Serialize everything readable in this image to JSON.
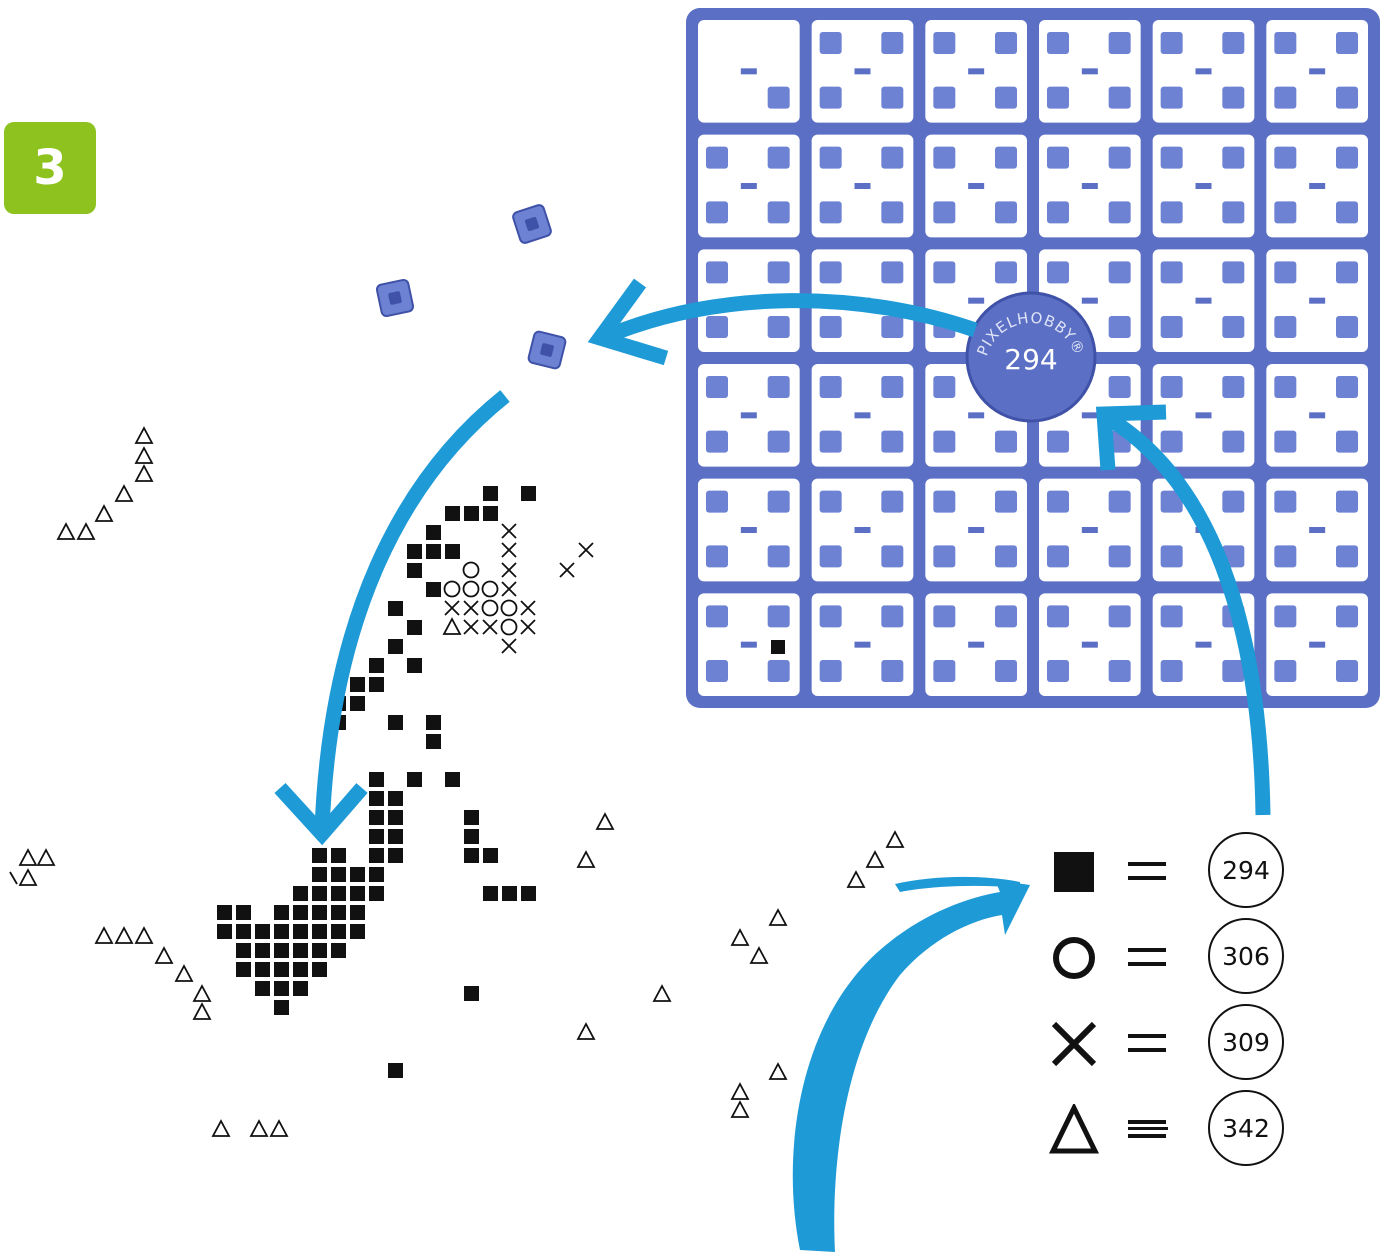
{
  "step": {
    "number": "3",
    "badge_color": "#8dc21f"
  },
  "colors": {
    "arrow": "#1e9ad6",
    "tray": "#5b6fc4",
    "tray_dark": "#3f52a8",
    "bead": "#6d82d3",
    "ink": "#111111"
  },
  "tray": {
    "stamp_lines": [
      "PIXELHOBBY®"
    ],
    "color_code": "294",
    "rows": 6,
    "cols": 6,
    "empty_slots": [
      [
        0,
        0,
        0
      ],
      [
        0,
        0,
        1
      ],
      [
        0,
        0,
        2
      ]
    ]
  },
  "legend": [
    {
      "symbol": "filled-square",
      "equals": "=",
      "code": "294"
    },
    {
      "symbol": "circle",
      "equals": "=",
      "code": "306"
    },
    {
      "symbol": "cross",
      "equals": "=",
      "code": "309"
    },
    {
      "symbol": "triangle",
      "equals": "=",
      "code": "342"
    }
  ]
}
